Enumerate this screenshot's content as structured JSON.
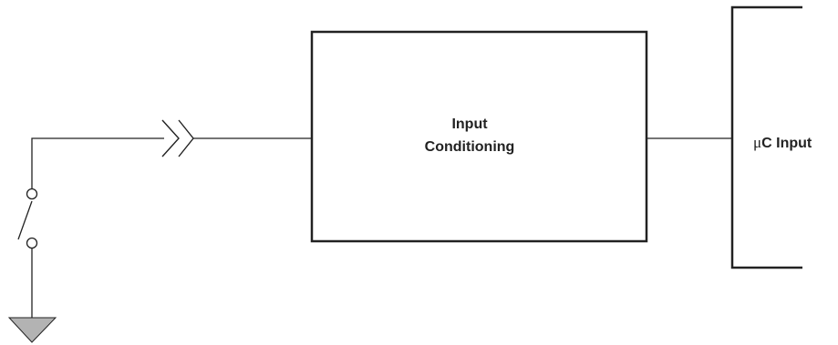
{
  "block": {
    "line1": "Input",
    "line2": "Conditioning"
  },
  "mcu": {
    "mu": "μ",
    "label": "C Input"
  },
  "colors": {
    "stroke": "#222222",
    "ground_fill": "#b3b3b3",
    "background": "#ffffff"
  },
  "icons": {
    "switch": "spst-switch-icon",
    "ground": "ground-icon",
    "connector": "connector-chevron-icon"
  }
}
